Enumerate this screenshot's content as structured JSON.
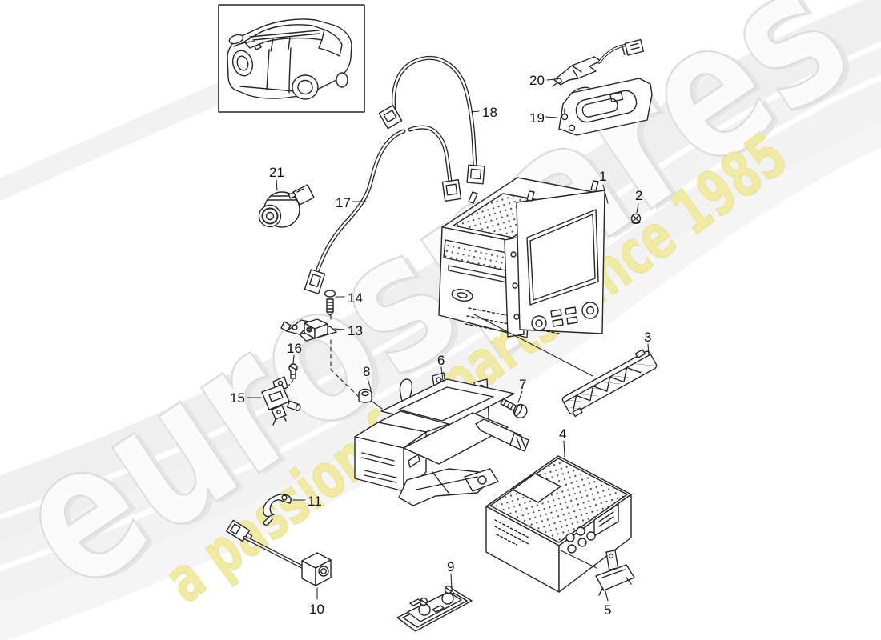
{
  "watermark": {
    "brand": "eurospares",
    "tagline": "a passion for parts since 1985",
    "brand_fill": "#fbfbfb",
    "brand_outline": "#dddddd",
    "tagline_color": "#f0ea9e",
    "swoosh_color": "#ebebeb"
  },
  "diagram": {
    "line_color": "#262626",
    "icons": {
      "vehicle_thumbnail": "suv-line-art",
      "parts": "exploded-parts-line-art"
    },
    "labels": {
      "1": "1",
      "2": "2",
      "3": "3",
      "4": "4",
      "5": "5",
      "6": "6",
      "7": "7",
      "8": "8",
      "9": "9",
      "10": "10",
      "11": "11",
      "13": "13",
      "14": "14",
      "15": "15",
      "16": "16",
      "17": "17",
      "18": "18",
      "19": "19",
      "20": "20",
      "21": "21"
    }
  }
}
